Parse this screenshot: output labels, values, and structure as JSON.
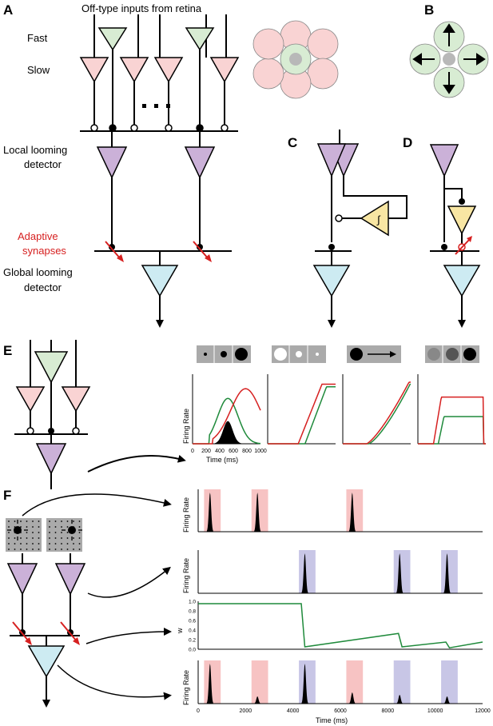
{
  "panels": {
    "A": "A",
    "B": "B",
    "C": "C",
    "D": "D",
    "E": "E",
    "F": "F"
  },
  "labels": {
    "retina_inputs": "Off-type inputs from retina",
    "fast": "Fast",
    "slow": "Slow",
    "ellipsis": "...",
    "local_1": "Local looming",
    "local_2": "detector",
    "adaptive_1": "Adaptive",
    "adaptive_2": "synapses",
    "global_1": "Global looming",
    "global_2": "detector",
    "integrator": "∫"
  },
  "colors": {
    "pink": "#f9d3d3",
    "green": "#d8ecd3",
    "purple": "#cbb1d8",
    "cyan": "#cdebf2",
    "yellow": "#f8e6a3",
    "trace_red": "#d62020",
    "trace_green": "#1f8a3b",
    "shade_red": "#f7c3c3",
    "shade_blue": "#c8c6e6"
  },
  "chart_E": {
    "ylabel": "Firing Rate",
    "xlabel": "Time (ms)",
    "xticks": [
      "0",
      "200",
      "400",
      "600",
      "800",
      "1000"
    ]
  },
  "chart_F": {
    "ylabel_rate": "Firing Rate",
    "ylabel_w": "w",
    "w_ticks": [
      "0.0",
      "0.2",
      "0.4",
      "0.6",
      "0.8",
      "1.0"
    ],
    "xlabel": "Time (ms)",
    "xticks": [
      "0",
      "2000",
      "4000",
      "6000",
      "8000",
      "10000",
      "12000"
    ]
  },
  "chart_data": [
    {
      "type": "line",
      "panel": "F-trace-1",
      "xlabel": "",
      "ylabel": "Firing Rate",
      "x_range": [
        0,
        12000
      ],
      "stimuli": [
        {
          "start": 250,
          "end": 950,
          "kind": "red"
        },
        {
          "start": 2250,
          "end": 2950,
          "kind": "red"
        },
        {
          "start": 6250,
          "end": 6950,
          "kind": "red"
        }
      ],
      "spikes": [
        {
          "t": 500,
          "h": 1.0
        },
        {
          "t": 2500,
          "h": 1.0
        },
        {
          "t": 6500,
          "h": 1.0
        }
      ]
    },
    {
      "type": "line",
      "panel": "F-trace-2",
      "xlabel": "",
      "ylabel": "Firing Rate",
      "x_range": [
        0,
        12000
      ],
      "stimuli": [
        {
          "start": 4250,
          "end": 4950,
          "kind": "blue"
        },
        {
          "start": 8250,
          "end": 8950,
          "kind": "blue"
        },
        {
          "start": 10250,
          "end": 10950,
          "kind": "blue"
        }
      ],
      "spikes": [
        {
          "t": 4500,
          "h": 1.0
        },
        {
          "t": 8500,
          "h": 1.0
        },
        {
          "t": 10500,
          "h": 1.0
        }
      ]
    },
    {
      "type": "line",
      "panel": "F-w",
      "ylabel": "w",
      "x_range": [
        0,
        12000
      ],
      "ylim": [
        0,
        1.0
      ],
      "x": [
        0,
        4350,
        4500,
        8450,
        8600,
        10450,
        10600,
        12000
      ],
      "y": [
        0.95,
        0.95,
        0.05,
        0.33,
        0.05,
        0.15,
        0.03,
        0.15
      ]
    },
    {
      "type": "line",
      "panel": "F-trace-3",
      "ylabel": "Firing Rate",
      "xlabel": "Time (ms)",
      "x_range": [
        0,
        12000
      ],
      "stimuli": [
        {
          "start": 250,
          "end": 950,
          "kind": "red"
        },
        {
          "start": 2250,
          "end": 2950,
          "kind": "red"
        },
        {
          "start": 4250,
          "end": 4950,
          "kind": "blue"
        },
        {
          "start": 6250,
          "end": 6950,
          "kind": "red"
        },
        {
          "start": 8250,
          "end": 8950,
          "kind": "blue"
        },
        {
          "start": 10250,
          "end": 10950,
          "kind": "blue"
        }
      ],
      "spikes": [
        {
          "t": 500,
          "h": 1.0
        },
        {
          "t": 2500,
          "h": 0.18
        },
        {
          "t": 4500,
          "h": 1.0
        },
        {
          "t": 6500,
          "h": 0.28
        },
        {
          "t": 8500,
          "h": 0.22
        },
        {
          "t": 10500,
          "h": 0.18
        }
      ]
    }
  ]
}
